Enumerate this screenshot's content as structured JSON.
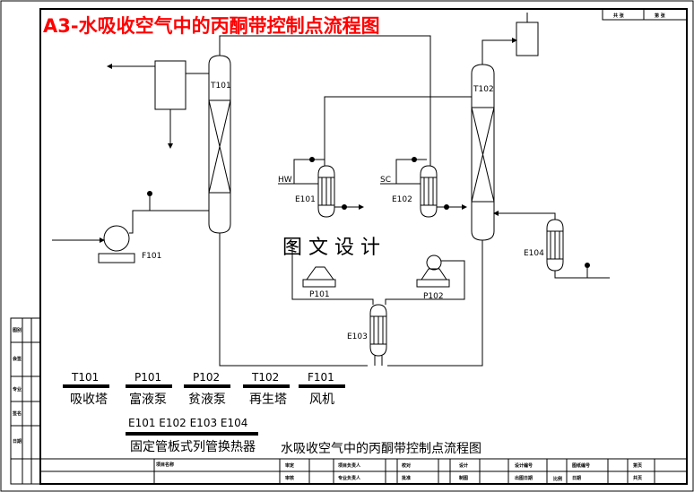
{
  "title": "A3-水吸收空气中的丙酮带控制点流程图",
  "title_color": "#ff0000",
  "watermark": "图 文 设 计",
  "equipment": {
    "t101": "T101",
    "t102": "T102",
    "e101": "E101",
    "e102": "E102",
    "e103": "E103",
    "e104": "E104",
    "f101": "F101",
    "p101": "P101",
    "p102": "P102",
    "hw": "HW",
    "sc": "SC"
  },
  "legend": [
    {
      "code": "T101",
      "name": "吸收塔"
    },
    {
      "code": "P101",
      "name": "富液泵"
    },
    {
      "code": "P102",
      "name": "贫液泵"
    },
    {
      "code": "T102",
      "name": "再生塔"
    },
    {
      "code": "F101",
      "name": "风机"
    }
  ],
  "exchangers": {
    "codes": "E101  E102  E103  E104",
    "name": "固定管板式列管换热器"
  },
  "drawing_name": "水吸收空气中的丙酮带控制点流程图",
  "title_block": {
    "project_name": "项目名称",
    "cells": [
      "审定",
      "审核",
      "项目负责人",
      "专业负责人",
      "校对",
      "批准",
      "设计",
      "制图",
      "设计编号",
      "出图日期",
      "图纸编号",
      "日期",
      "比例",
      "第页",
      "共页"
    ]
  },
  "top_block": [
    "共 张",
    "第 张"
  ],
  "side_block": [
    "图别",
    "会签",
    "专业",
    "签名",
    "日期"
  ]
}
